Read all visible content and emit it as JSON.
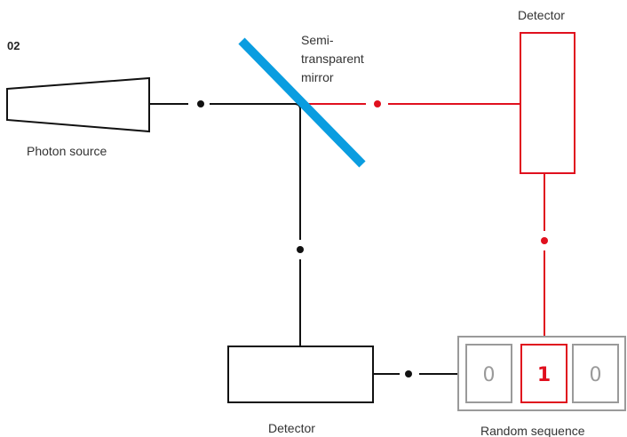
{
  "figure_number": "02",
  "labels": {
    "photon_source": "Photon source",
    "mirror_line1": "Semi-",
    "mirror_line2": "transparent",
    "mirror_line3": "mirror",
    "detector_top": "Detector",
    "detector_bottom": "Detector",
    "random_sequence": "Random sequence"
  },
  "sequence": [
    "0",
    "1",
    "0"
  ],
  "colors": {
    "path_black": "#111111",
    "path_red": "#e0101e",
    "mirror_blue": "#0a9de0",
    "sequence_gray": "#9a9a9a"
  }
}
